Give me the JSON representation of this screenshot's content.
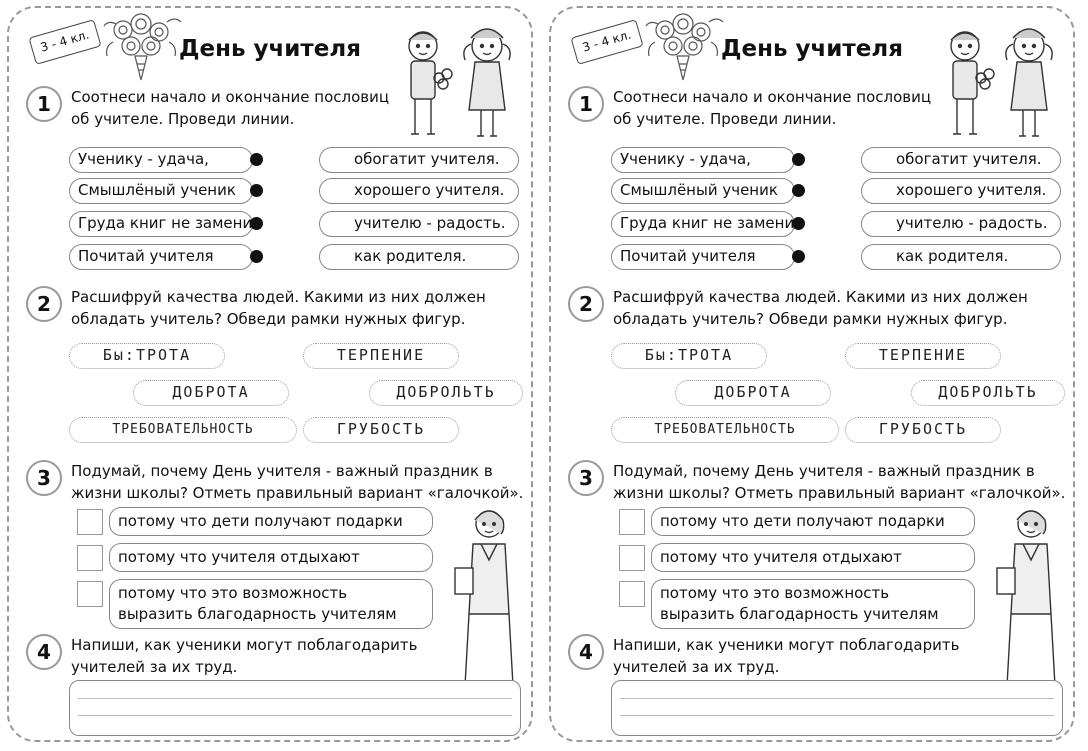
{
  "sheets": [
    {
      "grade": "3 - 4 кл.",
      "title": "День учителя",
      "task1": {
        "number": "1",
        "text": "Соотнеси начало и окончание пословиц об учителе. Проведи линии.",
        "left": [
          "Ученику - удача,",
          "Смышлёный ученик",
          "Груда книг не заменит",
          "Почитай учителя"
        ],
        "right": [
          "обогатит учителя.",
          "хорошего учителя.",
          "учителю - радость.",
          "как родителя."
        ]
      },
      "task2": {
        "number": "2",
        "text": "Расшифруй качества людей. Какими из них должен обладать учитель? Обведи рамки нужных фигур.",
        "codes": [
          "Бы:ТРОТА",
          "ТЕРПЕНИЕ",
          "ДОБРОТА",
          "ДОБРОЛЬТЬ",
          "ТРЕБОВАТЕЛЬНОСТЬ",
          "ГРУБОСТЬ"
        ]
      },
      "task3": {
        "number": "3",
        "text": "Подумай, почему День учителя - важный праздник в жизни школы? Отметь правильный вариант «галочкой».",
        "options": [
          "потому что дети получают подарки",
          "потому что учителя отдыхают",
          "потому что это возможность выразить благодарность учителям"
        ]
      },
      "task4": {
        "number": "4",
        "text": "Напиши, как ученики могут поблагодарить учителей за их труд."
      }
    },
    {
      "grade": "3 - 4 кл.",
      "title": "День учителя",
      "task1": {
        "number": "1",
        "text": "Соотнеси начало и окончание пословиц об учителе. Проведи линии.",
        "left": [
          "Ученику - удача,",
          "Смышлёный ученик",
          "Груда книг не заменит",
          "Почитай учителя"
        ],
        "right": [
          "обогатит учителя.",
          "хорошего учителя.",
          "учителю - радость.",
          "как родителя."
        ]
      },
      "task2": {
        "number": "2",
        "text": "Расшифруй качества людей. Какими из них должен обладать учитель? Обведи рамки нужных фигур.",
        "codes": [
          "Бы:ТРОТА",
          "ТЕРПЕНИЕ",
          "ДОБРОТА",
          "ДОБРОЛЬТЬ",
          "ТРЕБОВАТЕЛЬНОСТЬ",
          "ГРУБОСТЬ"
        ]
      },
      "task3": {
        "number": "3",
        "text": "Подумай, почему День учителя - важный праздник в жизни школы? Отметь правильный вариант «галочкой».",
        "options": [
          "потому что дети получают подарки",
          "потому что учителя отдыхают",
          "потому что это возможность выразить благодарность учителям"
        ]
      },
      "task4": {
        "number": "4",
        "text": "Напиши, как ученики могут поблагодарить учителей за их труд."
      }
    }
  ]
}
